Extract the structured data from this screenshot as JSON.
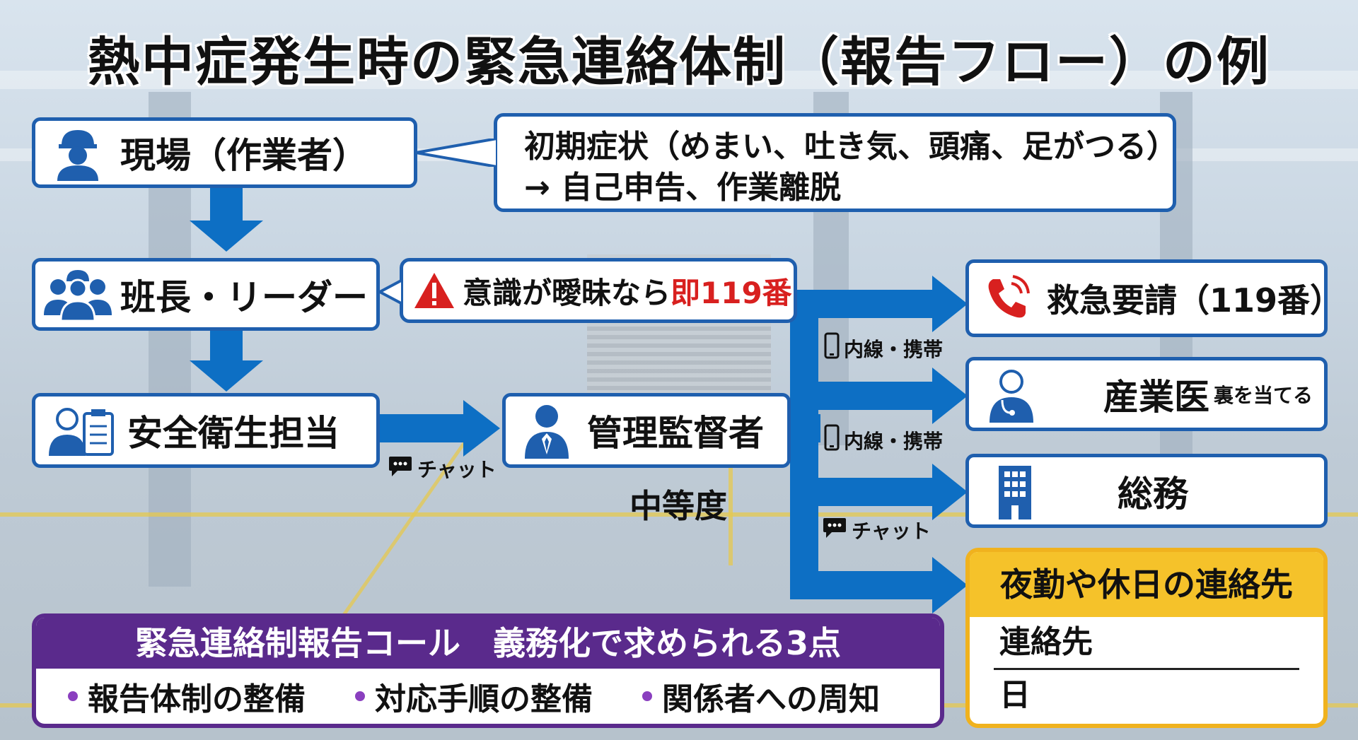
{
  "title": "熱中症発生時の緊急連絡体制（報告フロー）の例",
  "colors": {
    "primary_blue": "#1f5fae",
    "arrow_blue": "#0d6fc4",
    "alert_red": "#d8201f",
    "purple": "#5a2a8c",
    "yellow": "#f5c22a"
  },
  "nodes": {
    "site": {
      "label": "現場（作業者）",
      "icon": "worker-helmet-icon"
    },
    "leader": {
      "label": "班長・リーダー",
      "icon": "team-group-icon"
    },
    "safety": {
      "label": "安全衛生担当",
      "icon": "person-clipboard-icon"
    },
    "manager": {
      "label": "管理監督者",
      "icon": "manager-suit-icon"
    },
    "ambulance": {
      "label": "救急要請（119番）",
      "icon": "phone-ringing-icon"
    },
    "doctor": {
      "label": "産業医",
      "note": "裏を当てる",
      "icon": "doctor-icon"
    },
    "general": {
      "label": "総務",
      "icon": "building-icon"
    }
  },
  "symptom_note": {
    "line1": "初期症状（めまい、吐き気、頭痛、足がつる）",
    "line2": "→ 自己申告、作業離脱"
  },
  "alert": {
    "text": "意識が曖昧なら",
    "emphasis": "即119番",
    "icon": "warning-triangle-icon"
  },
  "channels": {
    "chat_left": {
      "label": "チャット",
      "icon": "chat-bubble-icon"
    },
    "phone1": {
      "label": "内線・携帯",
      "icon": "mobile-phone-icon"
    },
    "phone2": {
      "label": "内線・携帯",
      "icon": "mobile-phone-icon"
    },
    "chat_right": {
      "label": "チャット",
      "icon": "chat-bubble-icon"
    }
  },
  "severity": "中等度",
  "legal": {
    "header": "緊急連絡制報告コール　義務化で求められる3点",
    "items": [
      "報告体制の整備",
      "対応手順の整備",
      "関係者への周知"
    ]
  },
  "night_contact": {
    "header": "夜勤や休日の連絡先",
    "rows": [
      "連絡先",
      "日"
    ]
  }
}
